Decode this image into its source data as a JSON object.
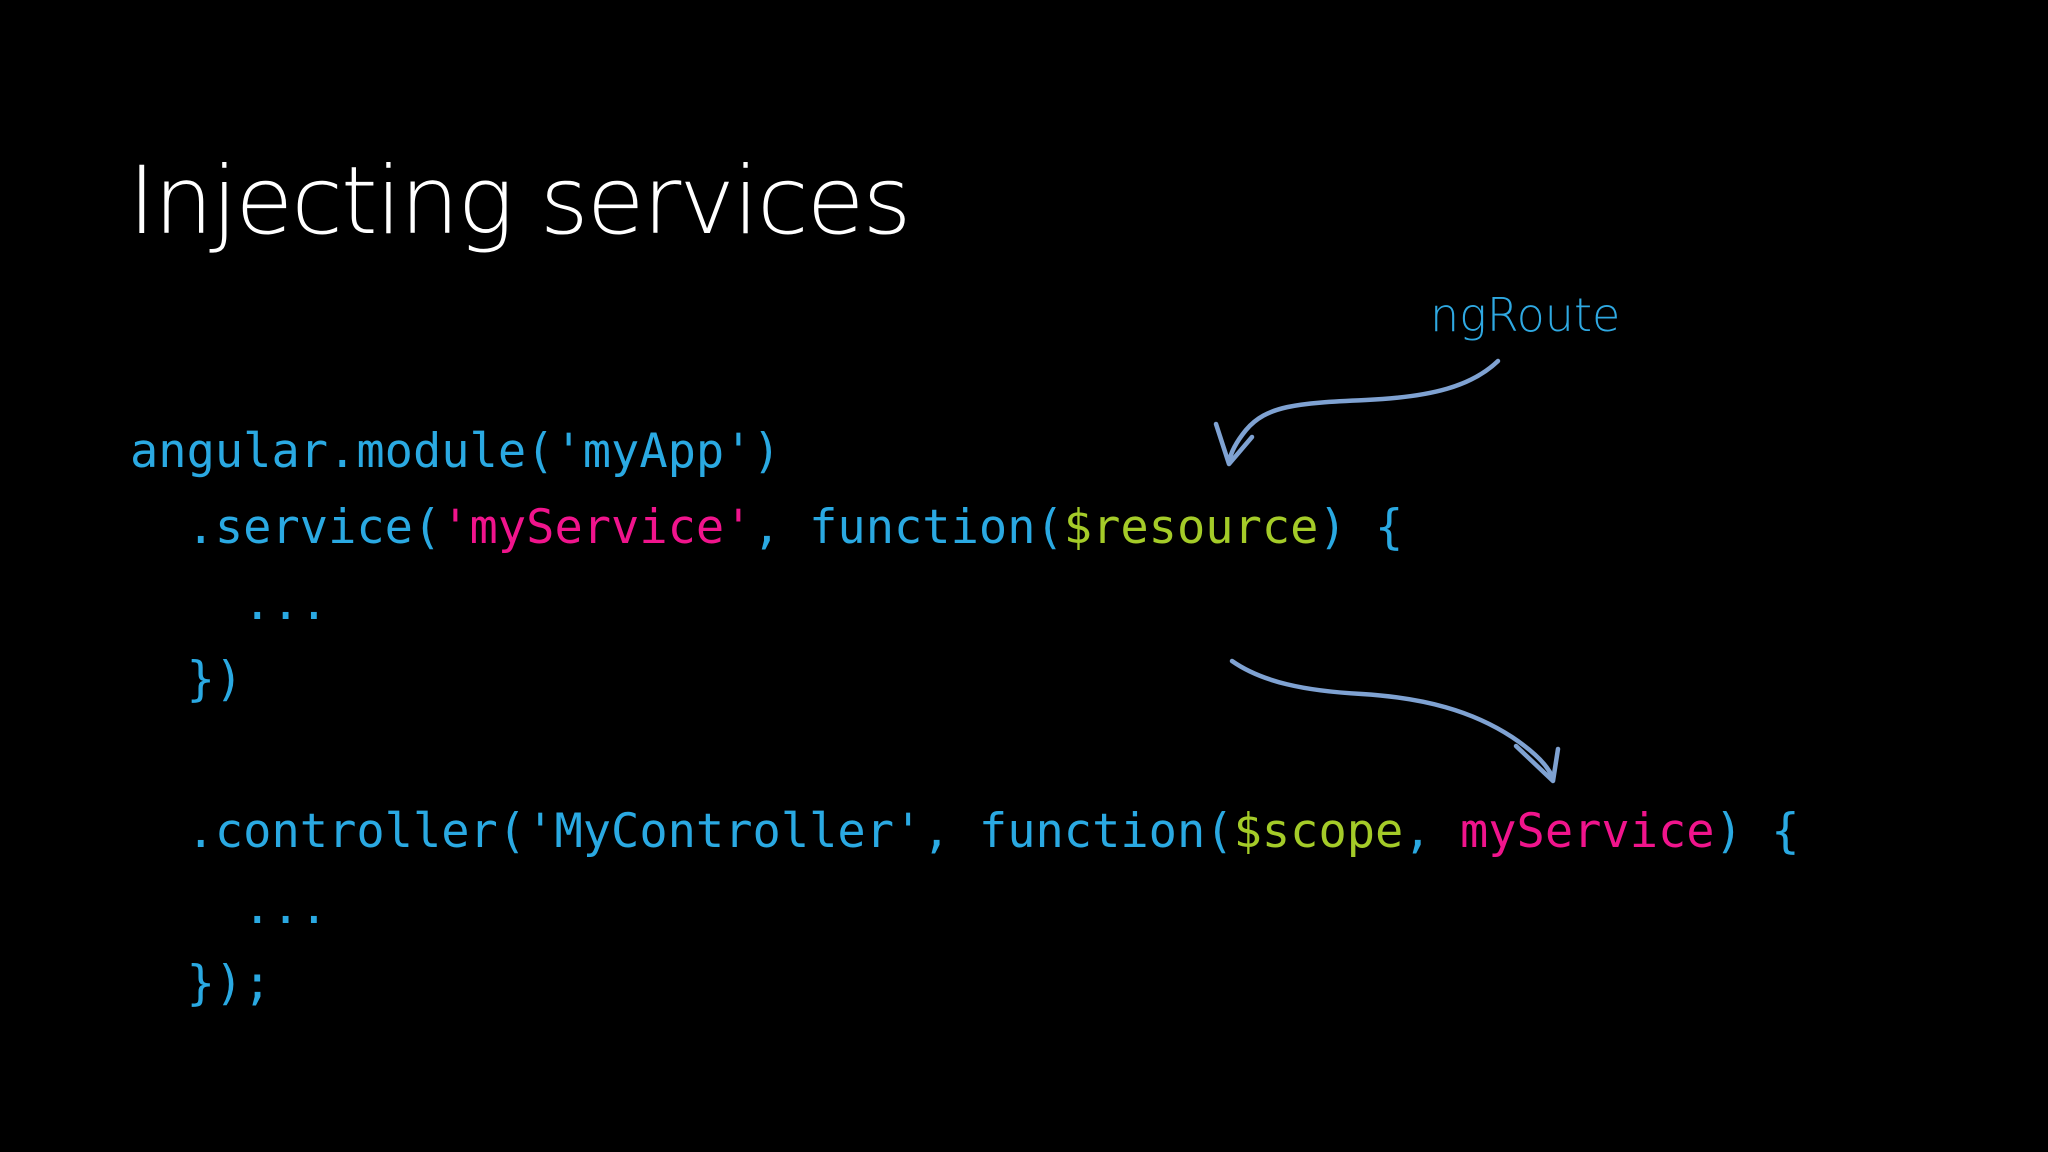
{
  "slide": {
    "title": "Injecting services"
  },
  "callout": {
    "label": "ngRoute"
  },
  "code": {
    "lines": [
      {
        "segments": [
          {
            "t": "angular.module('myApp')",
            "c": "blue"
          }
        ]
      },
      {
        "segments": [
          {
            "t": "  .service(",
            "c": "blue"
          },
          {
            "t": "'myService'",
            "c": "pink"
          },
          {
            "t": ", function(",
            "c": "blue"
          },
          {
            "t": "$resource",
            "c": "green"
          },
          {
            "t": ") {",
            "c": "blue"
          }
        ]
      },
      {
        "segments": [
          {
            "t": "    ...",
            "c": "blue"
          }
        ]
      },
      {
        "segments": [
          {
            "t": "  })",
            "c": "blue"
          }
        ]
      },
      {
        "segments": []
      },
      {
        "segments": [
          {
            "t": "  .controller('MyController', function(",
            "c": "blue"
          },
          {
            "t": "$scope",
            "c": "green"
          },
          {
            "t": ", ",
            "c": "blue"
          },
          {
            "t": "myService",
            "c": "pink"
          },
          {
            "t": ") {",
            "c": "blue"
          }
        ]
      },
      {
        "segments": [
          {
            "t": "    ...",
            "c": "blue"
          }
        ]
      },
      {
        "segments": [
          {
            "t": "  });",
            "c": "blue"
          }
        ]
      }
    ]
  },
  "colors": {
    "background": "#000000",
    "title": "#ffffff",
    "callout": "#2fa9e2",
    "code_default": "#2aa9e2",
    "code_highlight_pink": "#f0148c",
    "code_highlight_green": "#a4cb28",
    "arrow": "#7fa2d2"
  }
}
